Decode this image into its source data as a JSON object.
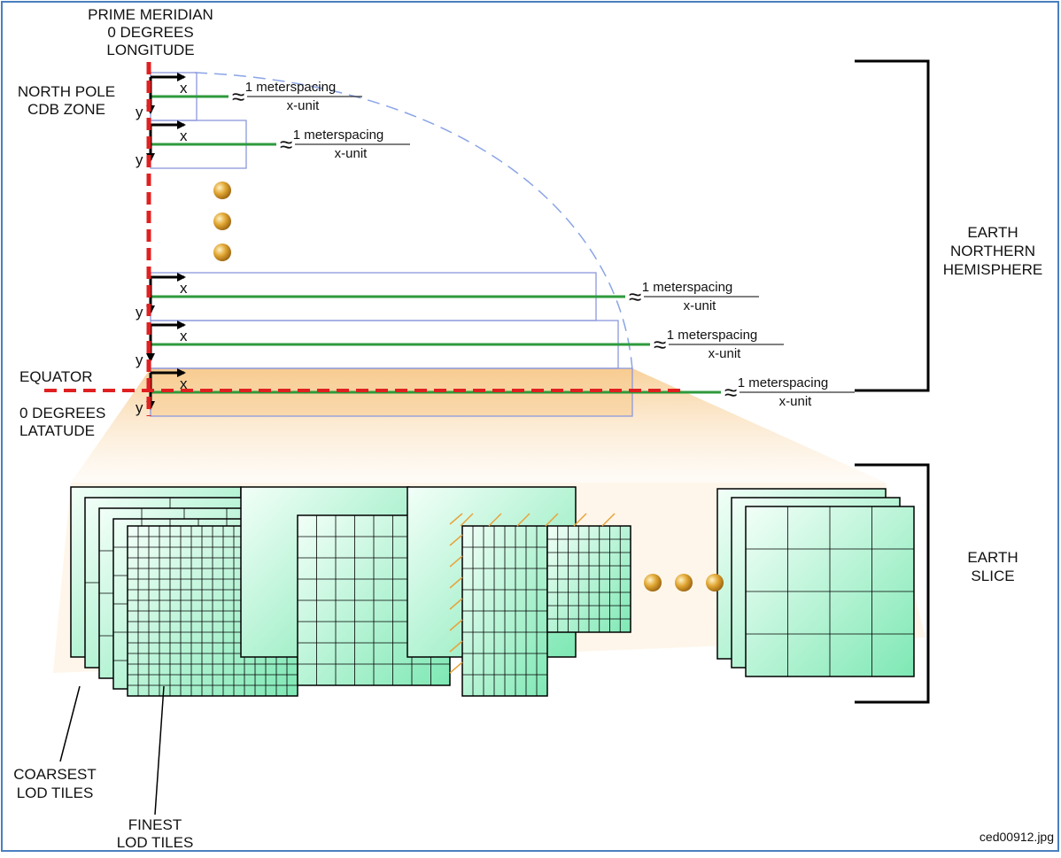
{
  "labels": {
    "prime_meridian": [
      "PRIME MERIDIAN",
      "0 DEGREES",
      "LONGITUDE"
    ],
    "north_pole": [
      "NORTH POLE",
      "CDB ZONE"
    ],
    "equator": "EQUATOR",
    "latitude": [
      "0 DEGREES",
      "LATATUDE"
    ],
    "hemisphere": [
      "EARTH",
      "NORTHERN",
      "HEMISPHERE"
    ],
    "slice": [
      "EARTH",
      "SLICE"
    ],
    "coarsest": [
      "COARSEST",
      "LOD TILES"
    ],
    "finest": [
      "FINEST",
      "LOD TILES"
    ],
    "filename": "ced00912.jpg"
  },
  "axis": {
    "x": "x",
    "y": "y"
  },
  "spacing": {
    "approx": "≈",
    "numerator": "1 meterspacing",
    "denominator": "x-unit"
  },
  "colors": {
    "meridian": "#e02020",
    "spacing_line": "#2e9a3c",
    "zone_outline": "#8c98dc",
    "dashed_arc": "#8aa4e6",
    "tile_fill": "#7ee8b4",
    "highlight": "#f6c07a",
    "dot": "#d99a1e"
  }
}
